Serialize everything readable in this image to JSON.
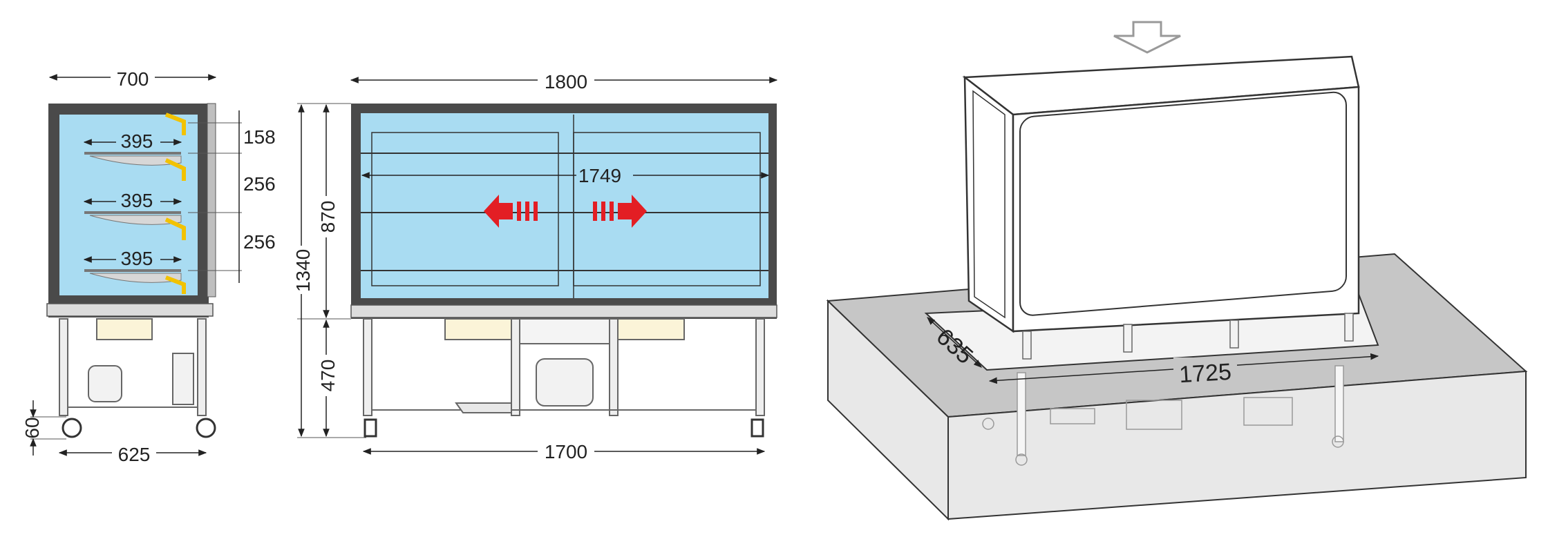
{
  "side_view": {
    "width": "700",
    "shelf_depth_1": "395",
    "shelf_depth_2": "395",
    "shelf_depth_3": "395",
    "gap_top": "158",
    "gap_mid": "256",
    "gap_low": "256",
    "foot_height": "60",
    "base_width": "625"
  },
  "front_view": {
    "width": "1800",
    "inner_width": "1749",
    "total_height": "1340",
    "case_height": "870",
    "base_height": "470",
    "base_width": "1700"
  },
  "install_view": {
    "cutout_depth": "635",
    "cutout_width": "1725"
  },
  "colors": {
    "glass": "#a9dcf2",
    "frame": "#4a4a4a",
    "arrow": "#e31e24",
    "accent_yellow": "#f2c200",
    "counter_top": "#c6c6c6",
    "counter_side": "#e8e8e8"
  }
}
